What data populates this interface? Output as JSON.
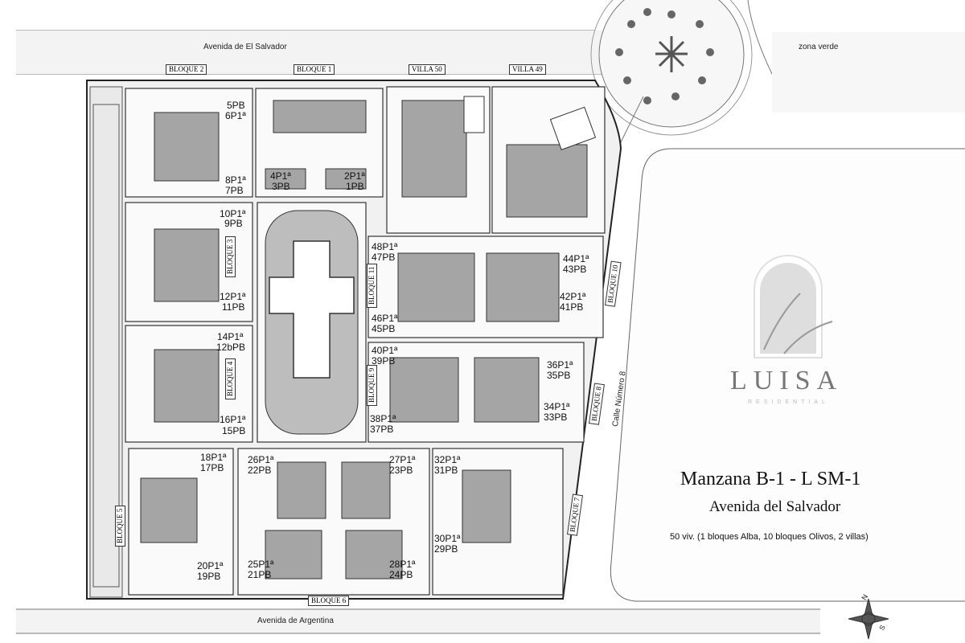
{
  "streets": {
    "north": "Avenida  de  El Salvador",
    "south": "Avenida  de  Argentina",
    "east": "Calle  Número  8",
    "green": "zona verde"
  },
  "blocks": [
    "BLOQUE 2",
    "BLOQUE 1",
    "VILLA 50",
    "VILLA 49",
    "BLOQUE 3",
    "BLOQUE 4",
    "BLOQUE 11",
    "BLOQUE 10",
    "BLOQUE 9",
    "BLOQUE 8",
    "BLOQUE 7",
    "BLOQUE 5",
    "BLOQUE 6"
  ],
  "units": [
    "5PB",
    "6P1ª",
    "8P1ª",
    "7PB",
    "4P1ª",
    "3PB",
    "2P1ª",
    "1PB",
    "10P1ª",
    "9PB",
    "12P1ª",
    "11PB",
    "14P1ª",
    "12bPB",
    "16P1ª",
    "15PB",
    "48P1ª",
    "47PB",
    "46P1ª",
    "45PB",
    "44P1ª",
    "43PB",
    "42P1ª",
    "41PB",
    "40P1ª",
    "39PB",
    "38P1ª",
    "37PB",
    "36P1ª",
    "35PB",
    "34P1ª",
    "33PB",
    "18P1ª",
    "17PB",
    "20P1ª",
    "19PB",
    "26P1ª",
    "22PB",
    "27P1ª",
    "23PB",
    "25P1ª",
    "21PB",
    "28P1ª",
    "24PB",
    "32P1ª",
    "31PB",
    "30P1ª",
    "29PB"
  ],
  "info": {
    "title": "Manzana B-1 - L   SM-1",
    "subtitle": "Avenida del Salvador",
    "summary": "50 viv. (1 bloques Alba, 10 bloques Olivos, 2 villas)"
  },
  "logo": {
    "name": "LUISA",
    "tagline": "RESIDENTIAL"
  },
  "compass": {
    "n": "N",
    "s": "S"
  },
  "colors": {
    "road": "#ededed",
    "lines": "#333333",
    "shade": "#9a9a9a"
  }
}
